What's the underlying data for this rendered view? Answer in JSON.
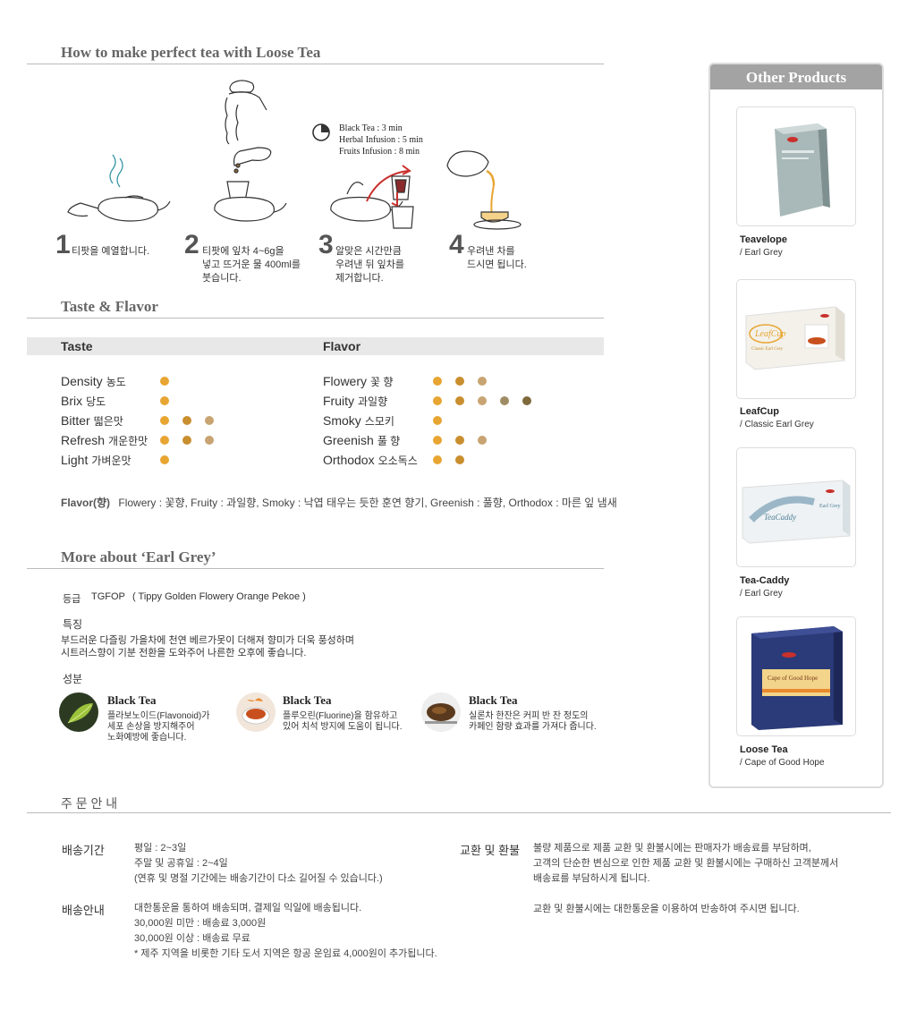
{
  "howto": {
    "title": "How to make perfect tea with Loose Tea",
    "steps": [
      {
        "num": "1",
        "text": "티팟을 예열합니다."
      },
      {
        "num": "2",
        "text": "티팟에 잎차 4~6g을\n넣고 뜨거운 물 400ml를\n붓습니다."
      },
      {
        "num": "3",
        "text": "알맞은 시간만큼\n우려낸 뒤 잎차를\n제거합니다."
      },
      {
        "num": "4",
        "text": "우려낸 차를\n드시면 됩니다."
      }
    ],
    "times": [
      "Black Tea : 3 min",
      "Herbal Infusion : 5 min",
      "Fruits Infusion : 8 min"
    ]
  },
  "taste_flavor": {
    "title": "Taste & Flavor",
    "taste_header": "Taste",
    "flavor_header": "Flavor",
    "taste": [
      {
        "name": "Density",
        "kr": "농도",
        "level": 1
      },
      {
        "name": "Brix",
        "kr": "당도",
        "level": 1
      },
      {
        "name": "Bitter",
        "kr": "떫은맛",
        "level": 3
      },
      {
        "name": "Refresh",
        "kr": "개운한맛",
        "level": 3
      },
      {
        "name": "Light",
        "kr": "가벼운맛",
        "level": 1
      }
    ],
    "flavor": [
      {
        "name": "Flowery",
        "kr": "꽃 향",
        "level": 3
      },
      {
        "name": "Fruity",
        "kr": "과일향",
        "level": 5
      },
      {
        "name": "Smoky",
        "kr": "스모키",
        "level": 1
      },
      {
        "name": "Greenish",
        "kr": "풀 향",
        "level": 3
      },
      {
        "name": "Orthodox",
        "kr": "오소독스",
        "level": 2
      }
    ],
    "dot_colors": [
      "#e8a532",
      "#c98e2e",
      "#c8a472",
      "#a08c64",
      "#7f6a3c"
    ],
    "note_label": "Flavor(향)",
    "note_text": "Flowery : 꽃향, Fruity : 과일향, Smoky : 낙엽 태우는 듯한 훈연 향기, Greenish : 풀향, Orthodox : 마른 잎 냄새"
  },
  "more": {
    "title": "More about ‘Earl Grey’",
    "grade_label": "등급",
    "grade_value": "TGFOP",
    "grade_desc": "( Tippy Golden Flowery Orange Pekoe )",
    "feature_label": "특징",
    "feature_text_1": "부드러운 다즐링 가을차에 천연 베르가못이 더해져 향미가 더욱 풍성하며",
    "feature_text_2": "시트러스향이 기분 전환을 도와주어 나른한 오후에 좋습니다.",
    "ingredient_label": "성분",
    "ingredients": [
      {
        "title": "Black Tea",
        "text": "플라보노이드(Flavonoid)가\n세포 손상을 방지해주어\n노화예방에 좋습니다."
      },
      {
        "title": "Black Tea",
        "text": "플루오린(Fluorine)을 함유하고\n있어 치석 방지에 도움이 됩니다."
      },
      {
        "title": "Black Tea",
        "text": "실론차 한잔은 커피 반 잔 정도의\n카페인 함량 효과를 가져다 줍니다."
      }
    ]
  },
  "order": {
    "title": "주 문 안 내",
    "delivery_period_label": "배송기간",
    "delivery_period_lines": [
      "평일 : 2~3일",
      "주말 및 공휴일 : 2~4일",
      "(연휴 및 명절 기간에는 배송기간이 다소 길어질 수 있습니다.)"
    ],
    "delivery_info_label": "배송안내",
    "delivery_info_lines": [
      "대한통운을 통하여 배송되며, 결제일 익일에 배송됩니다.",
      "30,000원 미만 : 배송료 3,000원",
      "30,000원 이상 : 배송료 무료",
      "* 제주 지역을 비롯한 기타 도서 지역은 항공 운임료 4,000원이 추가됩니다."
    ],
    "exchange_label": "교환 및 환불",
    "exchange_lines": [
      "불량 제품으로 제품 교환 및 환불시에는 판매자가 배송료를 부담하며,",
      "고객의 단순한 변심으로 인한 제품 교환 및 환불시에는 구매하신 고객분께서",
      "배송료를 부담하시게 됩니다."
    ],
    "exchange_note": "교환 및 환불시에는 대한통운을 이용하여 반송하여 주시면 됩니다."
  },
  "sidebar": {
    "title": "Other Products",
    "products": [
      {
        "name": "Teavelope",
        "sub": "/ Earl Grey"
      },
      {
        "name": "LeafCup",
        "sub": "/ Classic Earl Grey"
      },
      {
        "name": "Tea-Caddy",
        "sub": "/ Earl Grey"
      },
      {
        "name": "Loose Tea",
        "sub": "/ Cape of Good Hope"
      }
    ],
    "pack_labels": {
      "leafcup": "LeafCup",
      "leafcup_sub": "Classic Earl Grey",
      "caddy": "TeaCaddy",
      "caddy_sub": "Earl Grey",
      "tin": "Cape of Good Hope"
    }
  }
}
